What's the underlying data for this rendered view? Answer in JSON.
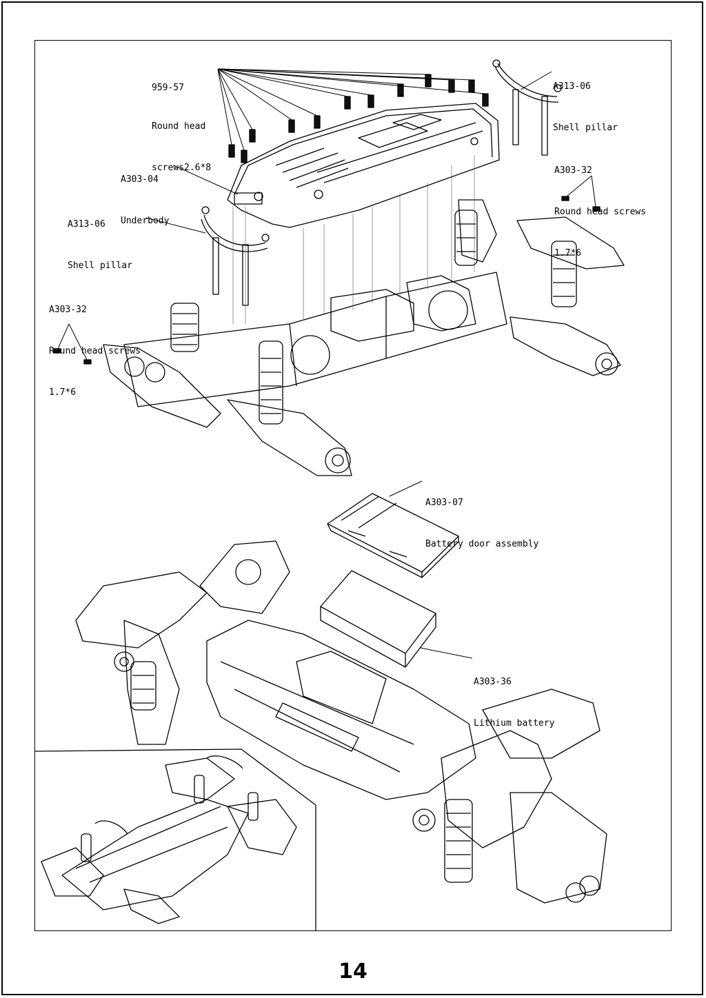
{
  "callouts": {
    "screws_top": {
      "code": "959-57",
      "line1": "Round head",
      "line2": "screws2.6*8"
    },
    "pillar_right": {
      "code": "A313-06",
      "line1": "Shell pillar"
    },
    "screws_right": {
      "code": "A303-32",
      "line1": "Round head screws",
      "line2": "1.7*6"
    },
    "underbody": {
      "code": "A303-04",
      "line1": "Underbody"
    },
    "pillar_left": {
      "code": "A313-06",
      "line1": "Shell pillar"
    },
    "screws_left": {
      "code": "A303-32",
      "line1": "Round head screws",
      "line2": "1.7*6"
    },
    "battery_door": {
      "code": "A303-07",
      "line1": "Battery door assembly"
    },
    "battery": {
      "code": "A303-36",
      "line1": "Lithium battery"
    }
  },
  "page_number": "14"
}
